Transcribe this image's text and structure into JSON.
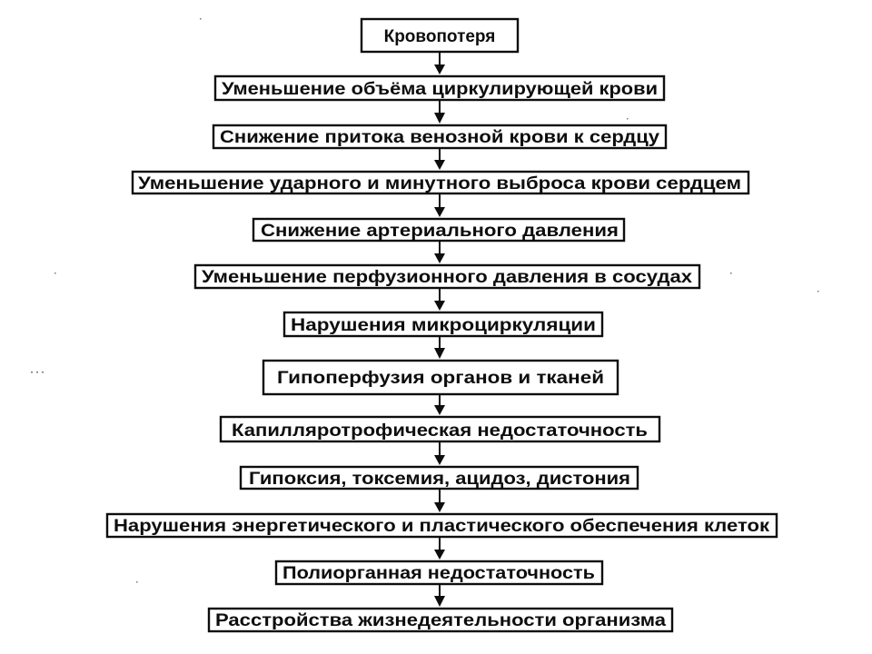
{
  "flowchart": {
    "steps": [
      "Кровопотеря",
      "Уменьшение объёма циркулирующей крови",
      "Снижение притока венозной крови к сердцу",
      "Уменьшение ударного и минутного выброса крови сердцем",
      "Снижение артериального давления",
      "Уменьшение перфузионного давления в сосудах",
      "Нарушения микроциркуляции",
      "Гипоперфузия органов и тканей",
      "Капилляротрофическая недостаточность",
      "Гипоксия, токсемия, ацидоз, дистония",
      "Нарушения энергетического и пластического обеспечения клеток",
      "Полиорганная недостаточность",
      "Расстройства жизнедеятельности организма"
    ]
  },
  "colors": {
    "stroke": "#111111",
    "background": "#ffffff",
    "text": "#111111"
  }
}
